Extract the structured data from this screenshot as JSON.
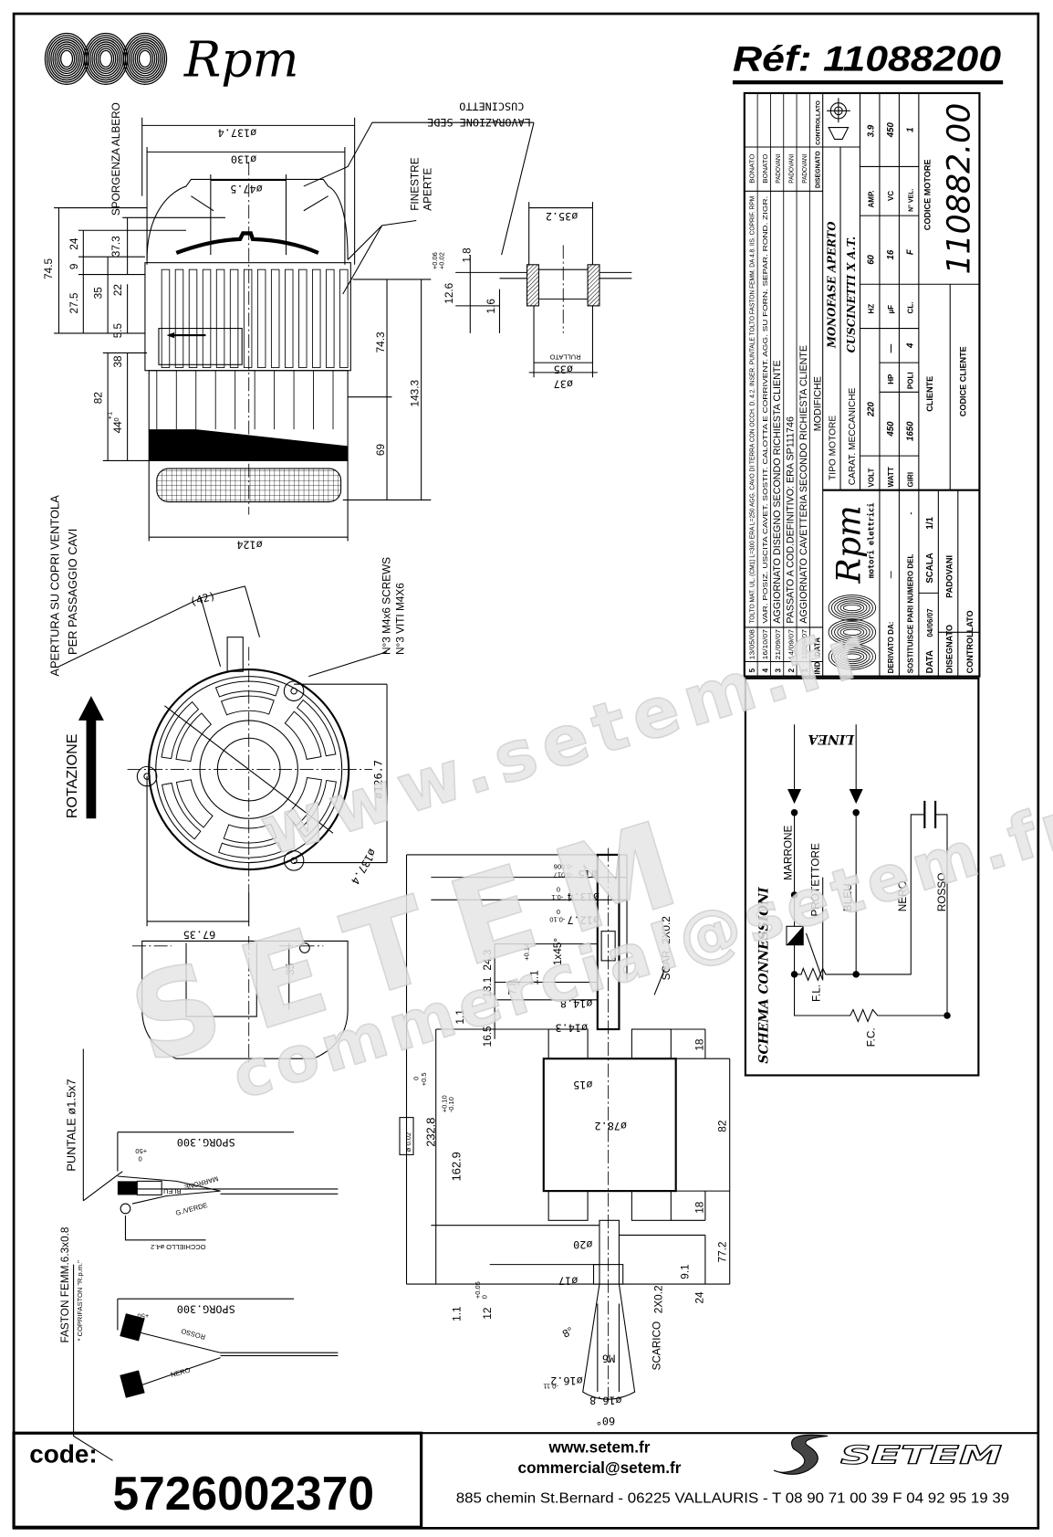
{
  "header": {
    "logo_text": "Rpm",
    "reference": "Réf:  11088200"
  },
  "watermark": {
    "brand": "SETEM",
    "site": "www.setem.fr",
    "email": "commercial@setem.fr"
  },
  "side_view": {
    "labels": [
      "ø137.4",
      "ø130",
      "ø47.5",
      "SPORGENZA ALBERO",
      "74.5",
      "24",
      "9",
      "27.5",
      "35",
      "37.3",
      "22",
      "5.5",
      "38",
      "82",
      "44",
      "+1",
      "0",
      "74.3",
      "69",
      "143.3",
      "ø124",
      "FINESTRE",
      "APERTE",
      "LAVORAZIONE SEDE",
      "CUSCINETTO"
    ]
  },
  "bearing_seat": {
    "labels": [
      "ø35.2",
      "RULLATO",
      "ø35",
      "ø37",
      "12.6",
      "+0.06",
      "+0.02",
      "1.8",
      "1.6"
    ]
  },
  "fan_view": {
    "labels": [
      "APERTURA SU COPRI VENTOLA",
      "PER PASSAGGIO CAVI",
      "(42)",
      "N°3 M4x6 SCREWS",
      "N°3 VITI M4X6",
      "ø126.7",
      "ø137.4",
      "67.35",
      "ROTAZIONE",
      "35"
    ]
  },
  "cables": {
    "labels": [
      "PUNTALE ø1.5x7",
      "SPORG.300",
      "+50",
      "0",
      "MARRONE",
      "BLEU",
      "G./VERDE",
      "OCCHIELLO ø4.2",
      "FASTON FEMM.6.3x0.8",
      "* COPRIFASTON \"R.p.m.\"",
      "SPORG.300",
      "+50",
      "0",
      "ROSSO",
      "NERO"
    ]
  },
  "rotor_view": {
    "labels": [
      "ø15",
      "-0.006",
      "-0.017",
      "ø13.4",
      "0",
      "-0.1",
      "ø12.7",
      "0",
      "-0.10",
      "SCAR. 2X0.2",
      "1x45°",
      "24.3",
      "13.1",
      "7.8",
      "1.1",
      "+0.14",
      "ø14.8",
      "ø14.3",
      "16.5",
      "1.1",
      "ø15",
      "ø78.2",
      "82",
      "18",
      "18",
      "ø20",
      "ø17",
      "77.2",
      "9.1",
      "24",
      "2X0.2",
      "SCARICO",
      "M6",
      "ø16.2",
      "ø16.8",
      "60°",
      "8°",
      "232.8",
      "0",
      "+0.5",
      "162.9",
      "+0.10",
      "-0.10",
      "ø 0.02",
      "1.1",
      "12",
      "+0.05",
      "0",
      "-0.11"
    ]
  },
  "title_block": {
    "revisions": [
      {
        "ind": "5",
        "date": "13/05/08",
        "text": "TOLTO MAT. UL. (CM1) L=300 ERA L=250 AGG. CAVO DI TERRA CON OCCH. D. 4.2. INSER. PUNTALE TOLTO FASTON FEMM. DA 4.8. IIS. COPRIF. RPM",
        "by": "BONATO"
      },
      {
        "ind": "4",
        "date": "16/10/07",
        "text": "VAR. POSIZ. USCITA CAVET. SOSTIT. CALOTTA E CORRIVENT. AGG. SU FORN. SEPAR. ROND. ZIGR.",
        "by": "BONATO"
      },
      {
        "ind": "3",
        "date": "21/09/07",
        "text": "AGGIORNATO DISEGNO SECONDO RICHIESTA CLIENTE",
        "by": "PADOVANI"
      },
      {
        "ind": "2",
        "date": "14/09/07",
        "text": "PASSATO A COD.DEFINITIVO: ERA SP111746",
        "by": "PADOVANI"
      },
      {
        "ind": "1",
        "date": "12/09/07",
        "text": "AGGIORNATO CAVETTERIA SECONDO RICHIESTA CLIENTE",
        "by": "PADOVANI"
      }
    ],
    "headers": {
      "ind": "IND",
      "date": "DATA",
      "changes": "MODIFICHE",
      "drawn": "DISEGNATO",
      "checked": "CONTROLLATO"
    },
    "logo": {
      "name": "Rpm",
      "subtitle": "motori elettrici"
    },
    "derived_from_label": "DERIVATO DA:",
    "derived_from_value": "—",
    "replaces_label": "SOSTITUISCE PARI NUMERO DEL",
    "replaces_value": "-",
    "date_label": "DATA",
    "date_value": "04/06/07",
    "scale_label": "SCALA",
    "scale_value": "1/1",
    "drawn_label": "DISEGNATO",
    "drawn_value": "PADOVANI",
    "checked_label": "CONTROLLATO",
    "motor_type_label": "TIPO MOTORE",
    "motor_type_value": "MONOFASE   APERTO",
    "mech_label": "CARAT. MECCANICHE",
    "mech_value": "CUSCINETTI X A.T.",
    "specs": {
      "volt_label": "VOLT",
      "volt": "220",
      "hz_label": "HZ",
      "hz": "60",
      "amp_label": "AMP.",
      "amp": "3.9",
      "watt_label": "WATT",
      "watt": "450",
      "hp_label": "HP",
      "hp": "—",
      "uf_label": "µF",
      "uf": "16",
      "vc_label": "VC",
      "vc": "450",
      "rpm_label": "GIRI",
      "rpm": "1650",
      "poles_label": "POLI",
      "poles": "4",
      "class_label": "CL.",
      "class": "F",
      "speeds_label": "N° VEL.",
      "speeds": "1"
    },
    "client_label": "CLIENTE",
    "client_code_label": "CODICE CLIENTE",
    "motor_code_label": "CODICE MOTORE",
    "motor_code": "110882.00"
  },
  "wiring": {
    "title": "SCHEMA CONNESSIONI",
    "line_label": "LINEA",
    "wires": [
      "MARRONE",
      "PROTETTORE",
      "BLEU",
      "NERO",
      "ROSSO"
    ],
    "fl": "F.L.",
    "fc": "F.C."
  },
  "footer": {
    "code_label": "code:",
    "code": "5726002370",
    "website": "www.setem.fr",
    "email": "commercial@setem.fr",
    "address": "885 chemin St.Bernard  -  06225 VALLAURIS  -  T 08 90 71 00 39   F 04 92 95 19 39",
    "brand": "SETEM"
  }
}
